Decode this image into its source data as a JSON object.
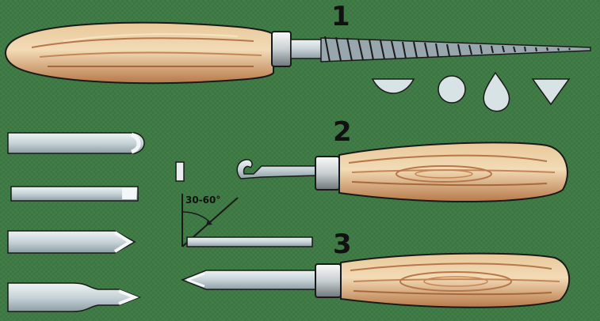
{
  "illustration": {
    "tool_labels": [
      "1",
      "2",
      "3"
    ],
    "angle_annotation": "30-60°",
    "colors": {
      "background": "#3f7a45",
      "wood_light": "#e7c99a",
      "wood_dark": "#b7774a",
      "ferrule": "#d6dbdc",
      "steel": "#c5d2d6",
      "outline": "#1a1a1a"
    }
  }
}
